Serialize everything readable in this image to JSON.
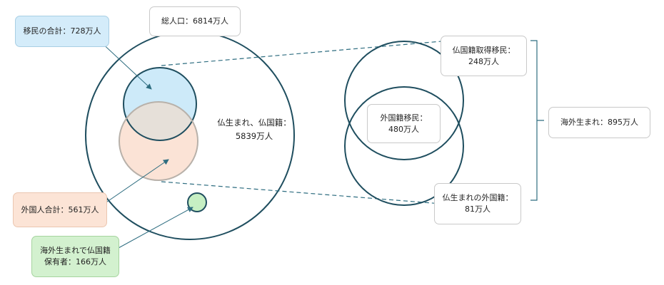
{
  "labels": {
    "total_population": "総人口：6814万人",
    "immigrants_total": "移民の合計：728万人",
    "foreigners_total": "外国人合計：561万人",
    "foreign_born_french": [
      "海外生まれで仏国籍",
      "保有者：166万人"
    ],
    "french_born_french": [
      "仏生まれ、仏国籍：",
      "5839万人"
    ],
    "naturalized_immigrants": [
      "仏国籍取得移民：",
      "248万人"
    ],
    "foreign_immigrants": [
      "外国籍移民：",
      "480万人"
    ],
    "french_born_foreigners": [
      "仏生まれの外国籍：",
      "81万人"
    ],
    "born_abroad": "海外生まれ：895万人"
  },
  "colors": {
    "circle_stroke": "#1f4e5f",
    "immigrants_fill": "#cdeaf9",
    "foreigners_fill": "#fbe3d6",
    "overlap_fill": "#e6e0d9",
    "foreign_born_french_fill": "#c6efc3",
    "arrow": "#2e6d80"
  }
}
